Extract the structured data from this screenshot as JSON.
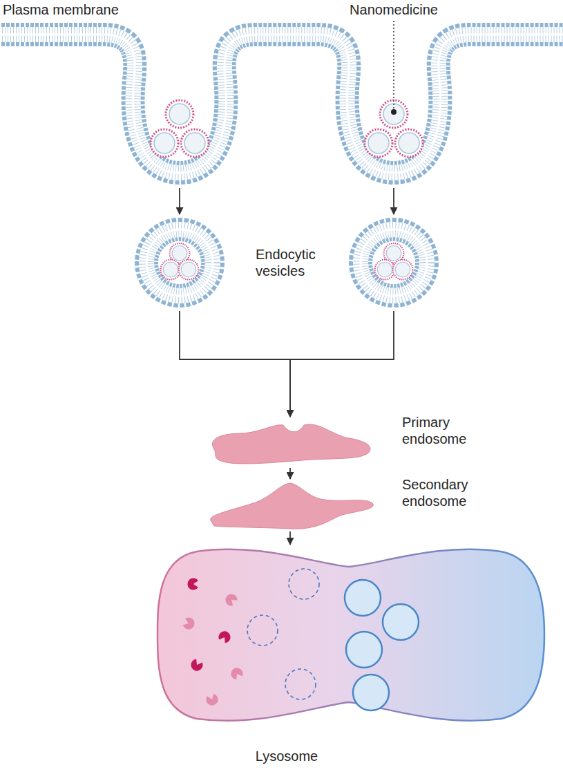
{
  "diagram": {
    "nodes": [
      {
        "text": [
          "Plasma membrane"
        ]
      },
      {
        "text": [
          "Endocytic vesicles"
        ]
      },
      {
        "text": [
          "Primary endosome"
        ]
      },
      {
        "text": [
          "Secondary endosome"
        ]
      },
      {
        "text": [
          "Lysosome"
        ]
      }
    ],
    "edges": [
      {
        "from": 0,
        "to": 1,
        "arrow": "to"
      },
      {
        "from": 0,
        "to": 1,
        "arrow": "to"
      },
      {
        "from": 1,
        "to": 2,
        "arrow": "to"
      },
      {
        "from": 1,
        "to": 2,
        "arrow": "to"
      },
      {
        "from": 2,
        "to": 3,
        "arrow": "to"
      },
      {
        "from": 3,
        "to": 4,
        "arrow": "to"
      }
    ],
    "labels": [
      "Nanomedicine"
    ]
  }
}
